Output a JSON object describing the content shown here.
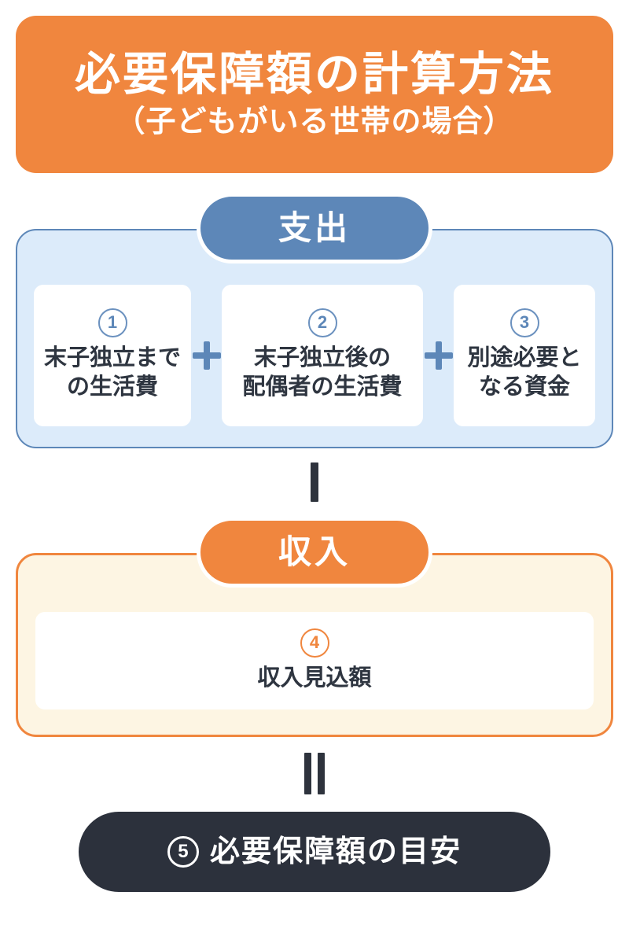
{
  "header": {
    "title": "必要保障額の計算方法",
    "subtitle": "（子どもがいる世帯の場合）",
    "bg_color": "#f0863e"
  },
  "expense_section": {
    "label": "支出",
    "pill_color": "#5d87b8",
    "panel_fill_color": "#dcebfa",
    "panel_border_color": "#5d87b8",
    "items": [
      {
        "number": "1",
        "lines": [
          "末子独立まで",
          "の生活費"
        ]
      },
      {
        "number": "2",
        "lines": [
          "末子独立後の",
          "配偶者の生活費"
        ]
      },
      {
        "number": "3",
        "lines": [
          "別途必要と",
          "なる資金"
        ]
      }
    ],
    "operator_between_items": "＋"
  },
  "operator_after_expense": "−",
  "income_section": {
    "label": "収入",
    "pill_color": "#f0863e",
    "panel_fill_color": "#fdf5e3",
    "panel_border_color": "#f0863e",
    "item": {
      "number": "4",
      "text": "収入見込額"
    }
  },
  "operator_after_income": "＝",
  "result": {
    "number": "5",
    "text": "必要保障額の目安",
    "bg_color": "#2c313c"
  }
}
